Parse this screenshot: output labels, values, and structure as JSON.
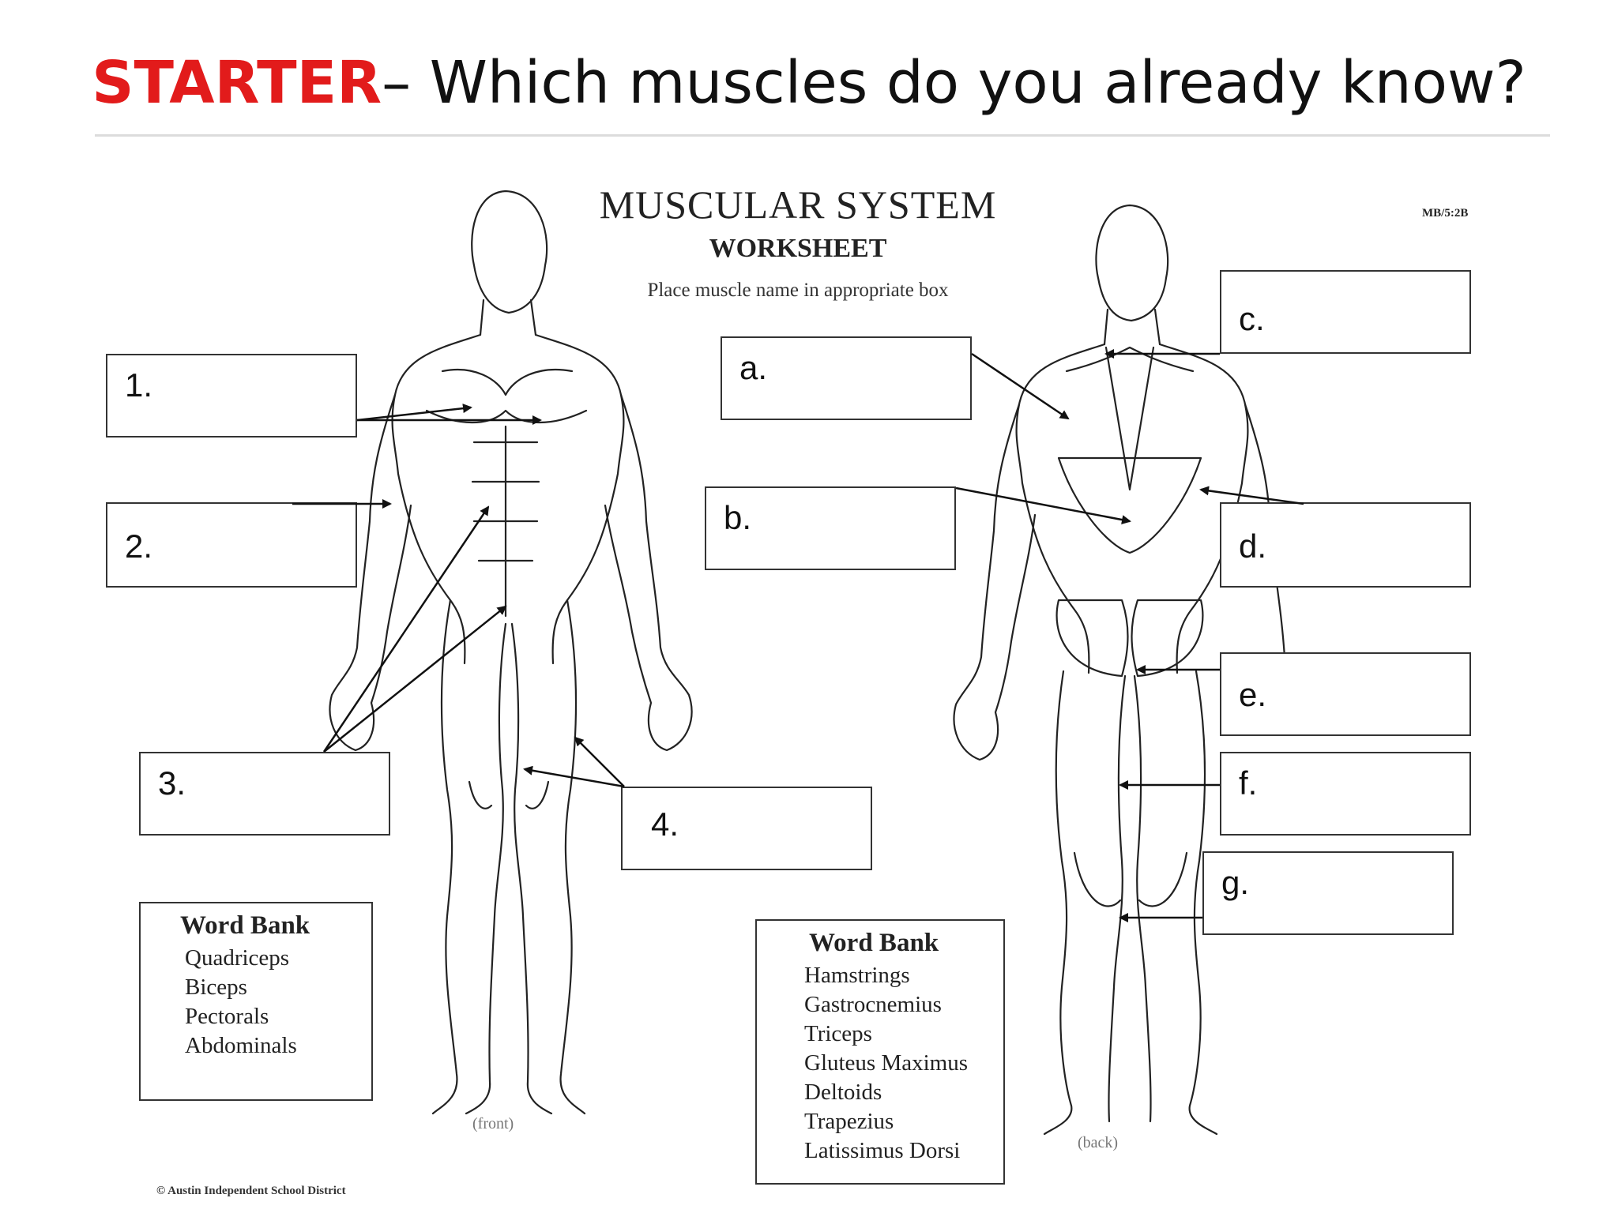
{
  "slide": {
    "title_keyword": "STARTER",
    "title_rest": "– Which muscles do you already know?"
  },
  "worksheet": {
    "title": "MUSCULAR SYSTEM",
    "subtitle": "WORKSHEET",
    "instruction": "Place muscle name in appropriate box",
    "code": "MB/5:2B",
    "credit": "© Austin Independent School District"
  },
  "front": {
    "caption": "(front)",
    "labels": [
      "1.",
      "2.",
      "3.",
      "4."
    ],
    "word_bank": {
      "title": "Word Bank",
      "items": [
        "Quadriceps",
        "Biceps",
        "Pectorals",
        "Abdominals"
      ]
    }
  },
  "back": {
    "caption": "(back)",
    "labels": [
      "a.",
      "b.",
      "c.",
      "d.",
      "e.",
      "f.",
      "g."
    ],
    "word_bank": {
      "title": "Word Bank",
      "items": [
        "Hamstrings",
        "Gastrocnemius",
        "Triceps",
        "Gluteus Maximus",
        "Deltoids",
        "Trapezius",
        "Latissimus Dorsi"
      ]
    }
  }
}
